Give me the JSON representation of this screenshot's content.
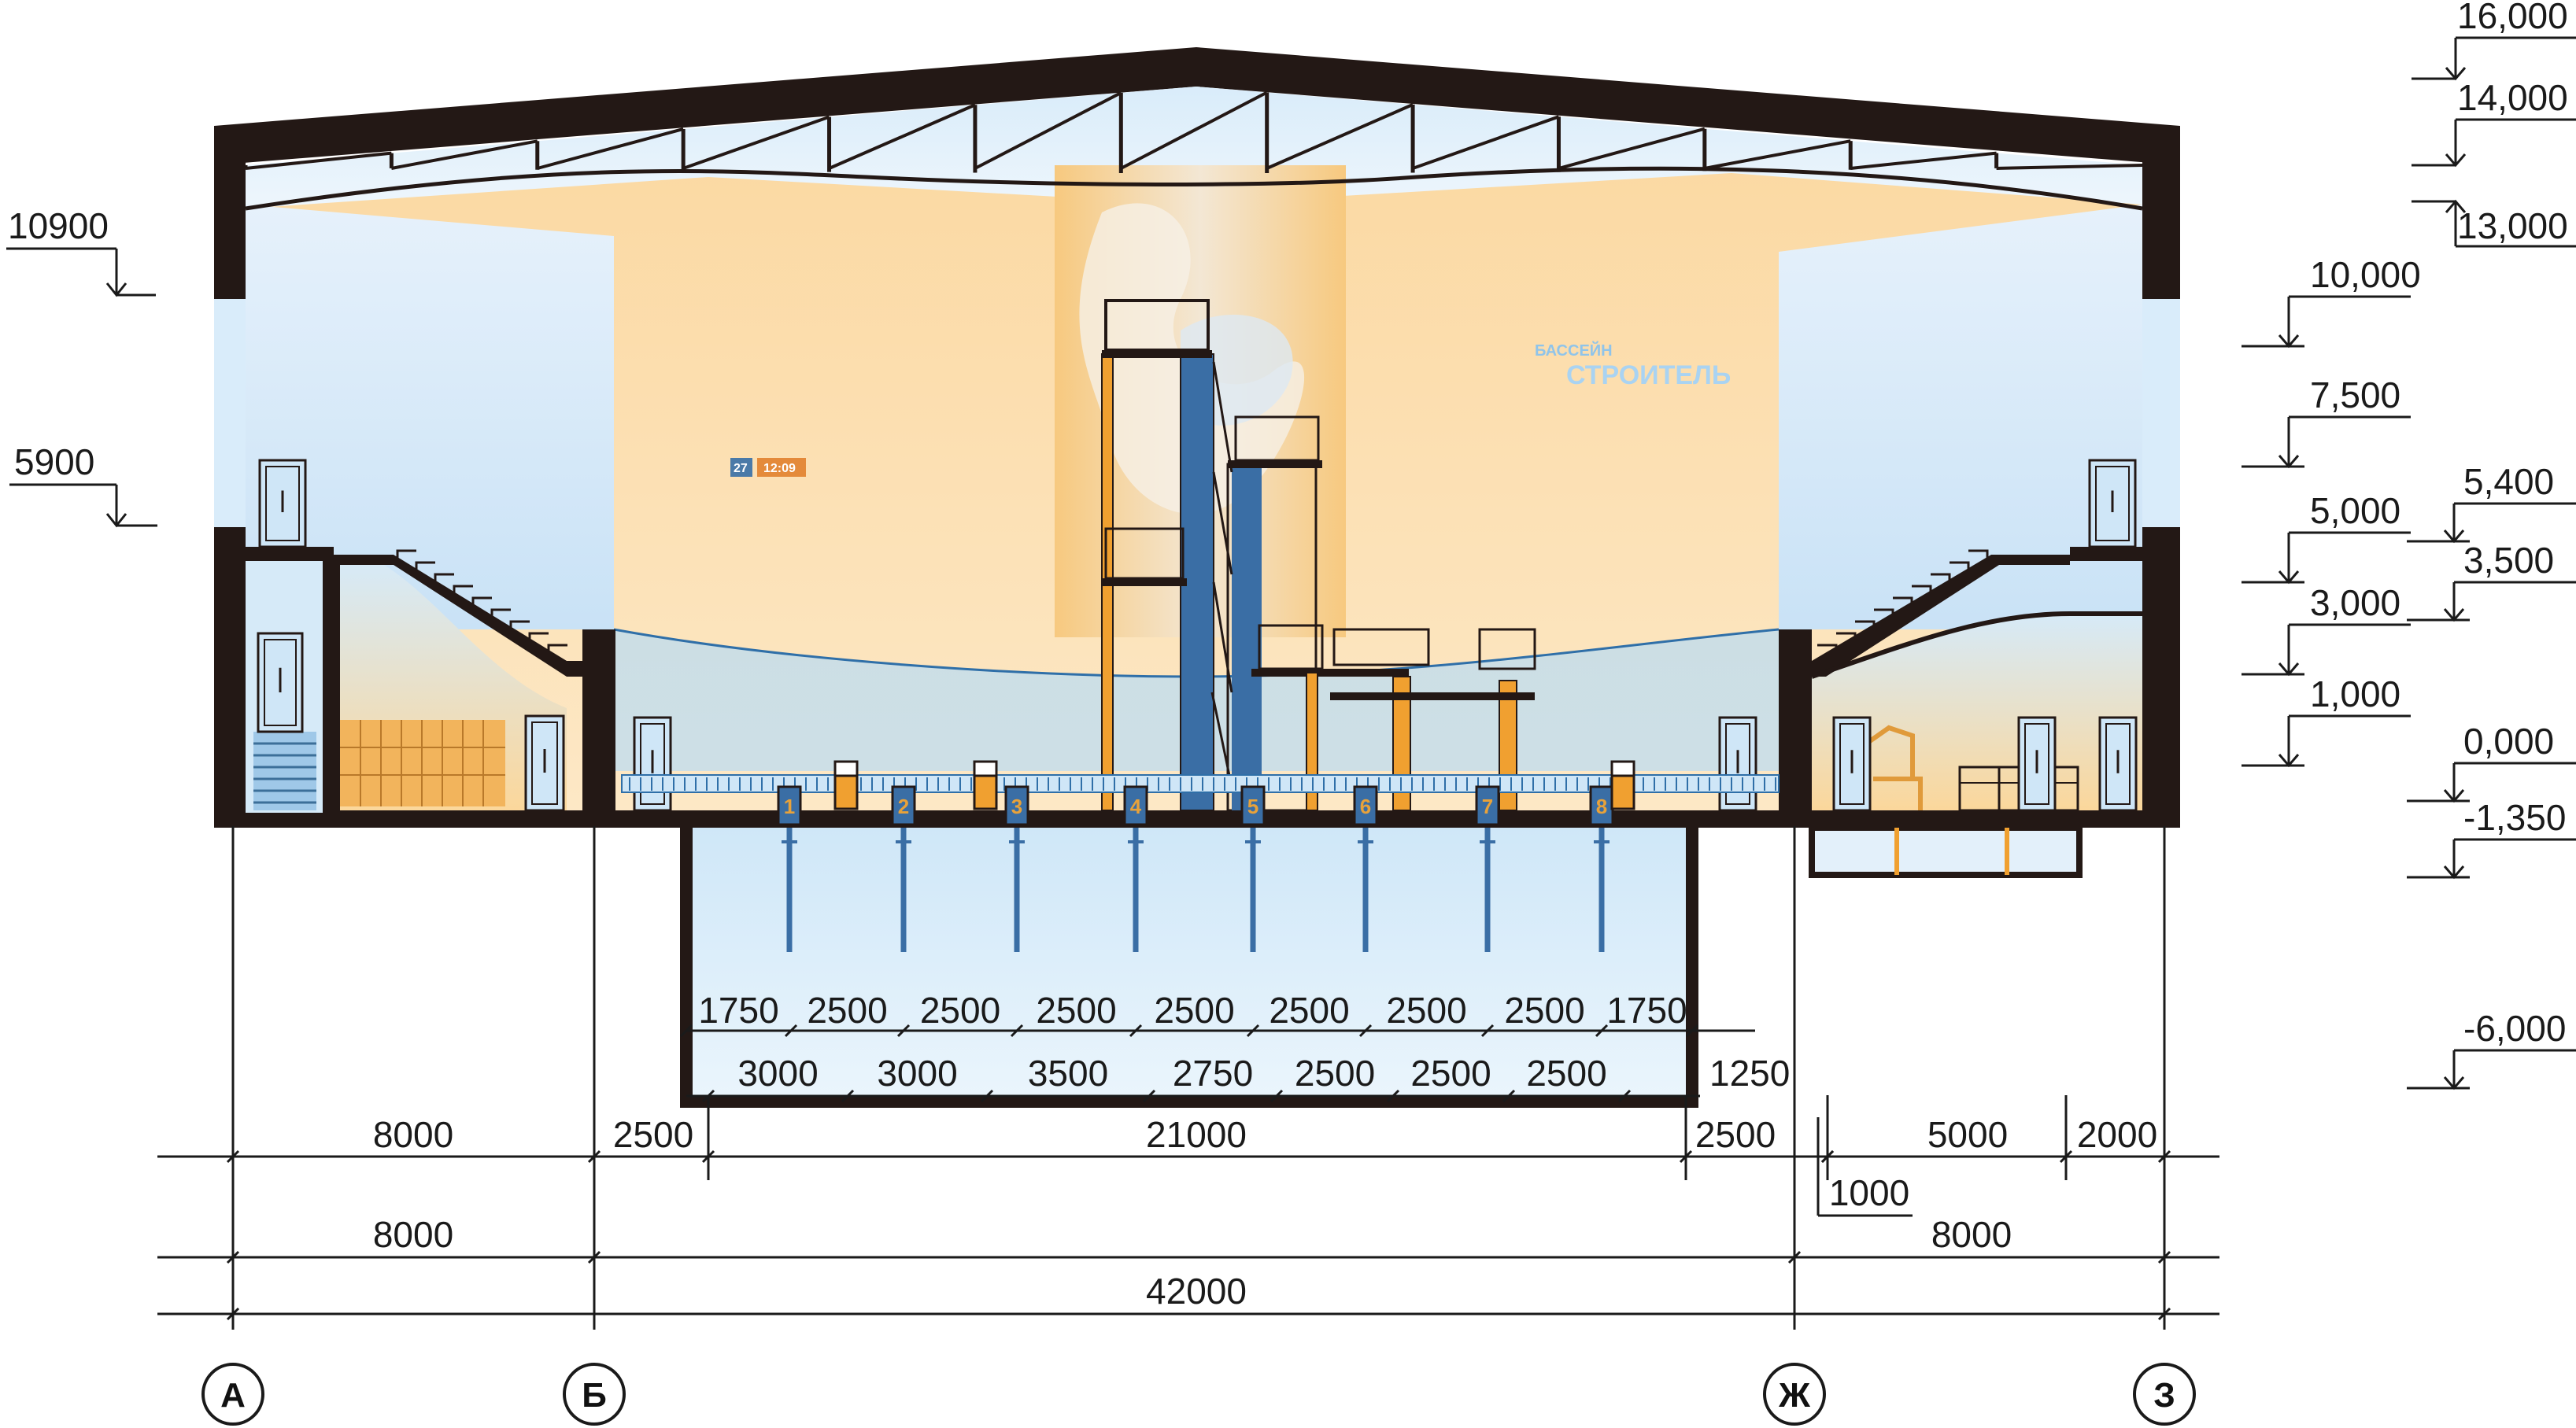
{
  "elevations_left": [
    "10900",
    "5900"
  ],
  "elevations_right_top": [
    "16,000",
    "14,000",
    "13,000"
  ],
  "elevations_right": [
    "10,000",
    "7,500",
    "5,000",
    "3,000",
    "1,000"
  ],
  "elevations_far_right": [
    "5,400",
    "3,500",
    "0,000",
    "-1,350",
    "-6,000"
  ],
  "sign": {
    "line1": "БАССЕЙН",
    "line2": "СТРОИТЕЛЬ"
  },
  "scoreboard": {
    "left": "27",
    "right": "12:09"
  },
  "lanes": [
    "1",
    "2",
    "3",
    "4",
    "5",
    "6",
    "7",
    "8"
  ],
  "pool_dims_row1": [
    "1750",
    "2500",
    "2500",
    "2500",
    "2500",
    "2500",
    "2500",
    "2500",
    "1750"
  ],
  "pool_dims_row2": [
    "3000",
    "3000",
    "3500",
    "2750",
    "2500",
    "2500",
    "2500"
  ],
  "pool_dim_side": "1250",
  "dims_row1": {
    "a": "8000",
    "b": "2500",
    "c": "21000",
    "d": "2500",
    "e": "5000",
    "f": "2000"
  },
  "dim_small": "1000",
  "dims_row2": {
    "left": "8000",
    "right": "8000"
  },
  "dim_total": "42000",
  "axes": [
    "А",
    "Б",
    "Ж",
    "З"
  ]
}
